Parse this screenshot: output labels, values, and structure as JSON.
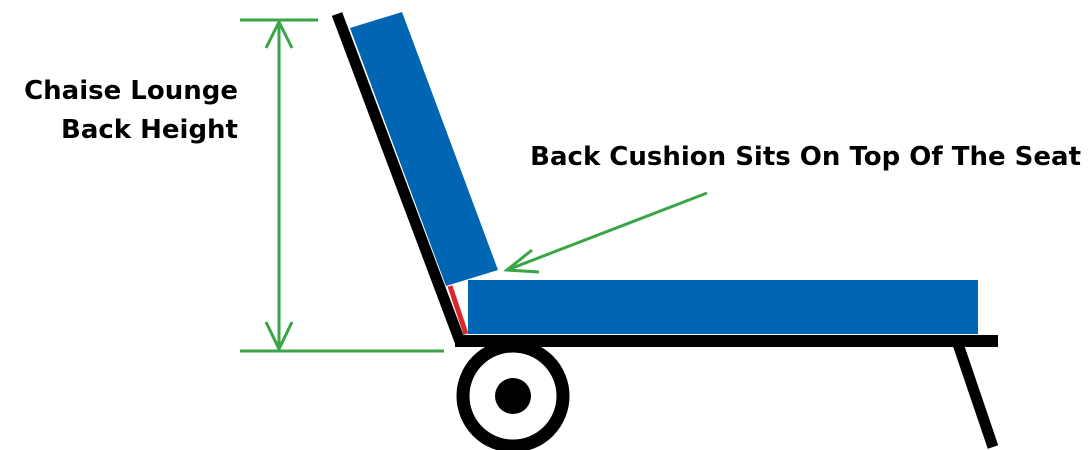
{
  "labels": {
    "height_line1": "Chaise Lounge",
    "height_line2": "Back Height",
    "cushion_note": "Back Cushion Sits On Top Of The Seat"
  },
  "colors": {
    "cushion": "#0066b3",
    "frame": "#000000",
    "dimension": "#3aa547",
    "gap_marker": "#d9262c",
    "background": "#ffffff"
  },
  "icons": {
    "height_arrow": "double-headed-vertical-arrow",
    "pointer_arrow": "diagonal-arrow",
    "wheel": "wheel-icon"
  }
}
